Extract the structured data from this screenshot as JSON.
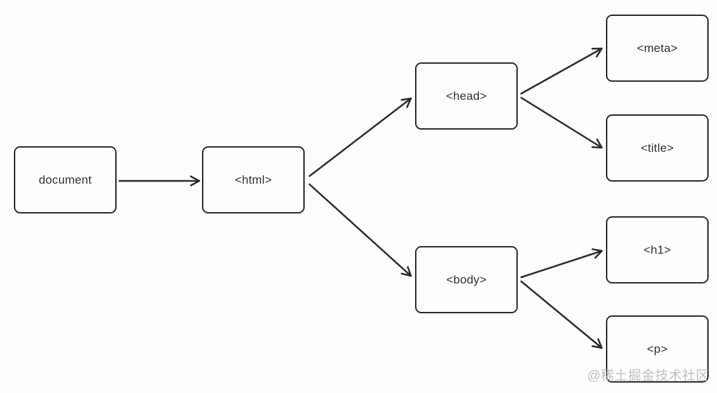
{
  "diagram": {
    "type": "tree",
    "description": "DOM tree structure of an HTML document",
    "nodes": [
      {
        "id": "document",
        "label": "document"
      },
      {
        "id": "html",
        "label": "<html>"
      },
      {
        "id": "head",
        "label": "<head>"
      },
      {
        "id": "body",
        "label": "<body>"
      },
      {
        "id": "meta",
        "label": "<meta>"
      },
      {
        "id": "title",
        "label": "<title>"
      },
      {
        "id": "h1",
        "label": "<h1>"
      },
      {
        "id": "p",
        "label": "<p>"
      }
    ],
    "edges": [
      {
        "from": "document",
        "to": "html"
      },
      {
        "from": "html",
        "to": "head"
      },
      {
        "from": "html",
        "to": "body"
      },
      {
        "from": "head",
        "to": "meta"
      },
      {
        "from": "head",
        "to": "title"
      },
      {
        "from": "body",
        "to": "h1"
      },
      {
        "from": "body",
        "to": "p"
      }
    ]
  },
  "watermark": {
    "text": "@稀土掘金技术社区"
  },
  "colors": {
    "background": "#fdfdfd",
    "node_border": "#2b2b2e",
    "node_fill": "#fefefe",
    "edge_stroke": "#2b2b2e",
    "label_text": "#2f2f2f",
    "watermark_text": "#bfbfbf"
  }
}
